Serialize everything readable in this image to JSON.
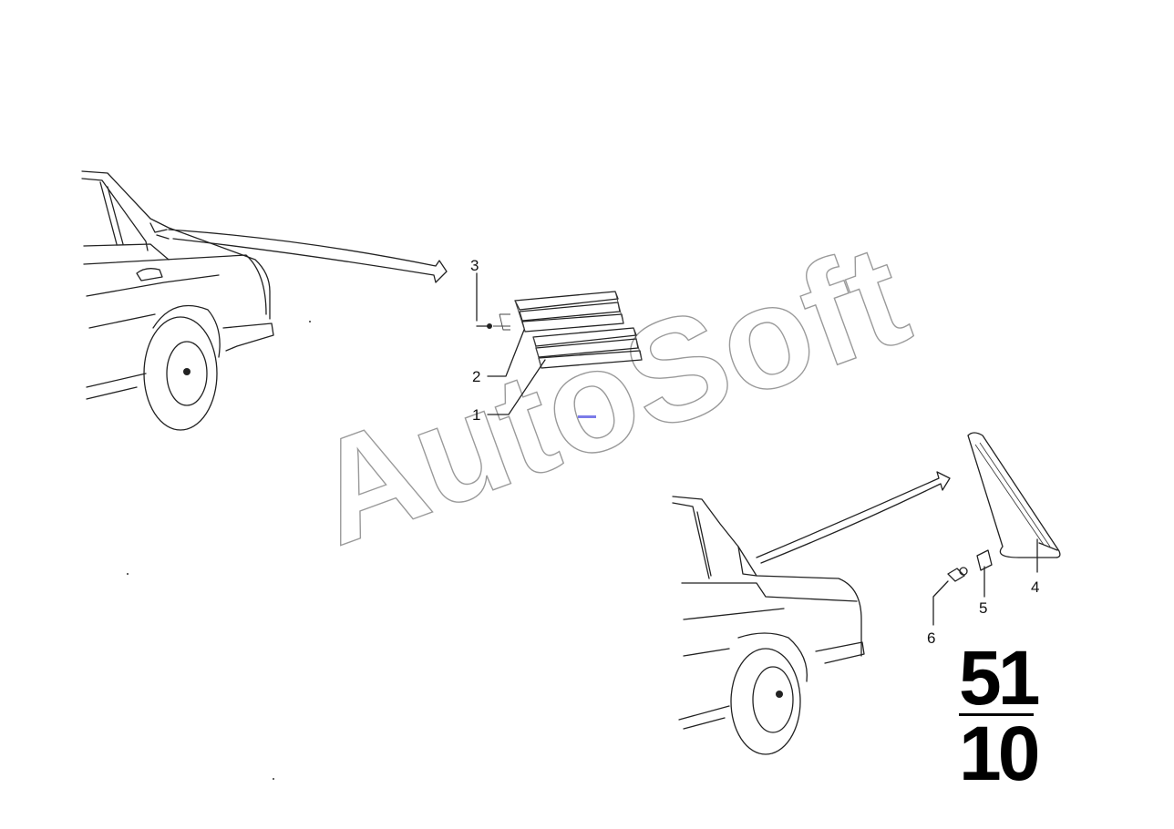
{
  "diagram": {
    "callouts": [
      {
        "id": "callout-1",
        "label": "1"
      },
      {
        "id": "callout-2",
        "label": "2"
      },
      {
        "id": "callout-3",
        "label": "3"
      },
      {
        "id": "callout-4",
        "label": "4"
      },
      {
        "id": "callout-5",
        "label": "5"
      },
      {
        "id": "callout-6",
        "label": "6"
      }
    ],
    "section": {
      "top": "51",
      "bottom": "10"
    },
    "watermark": "AutoSoft"
  }
}
